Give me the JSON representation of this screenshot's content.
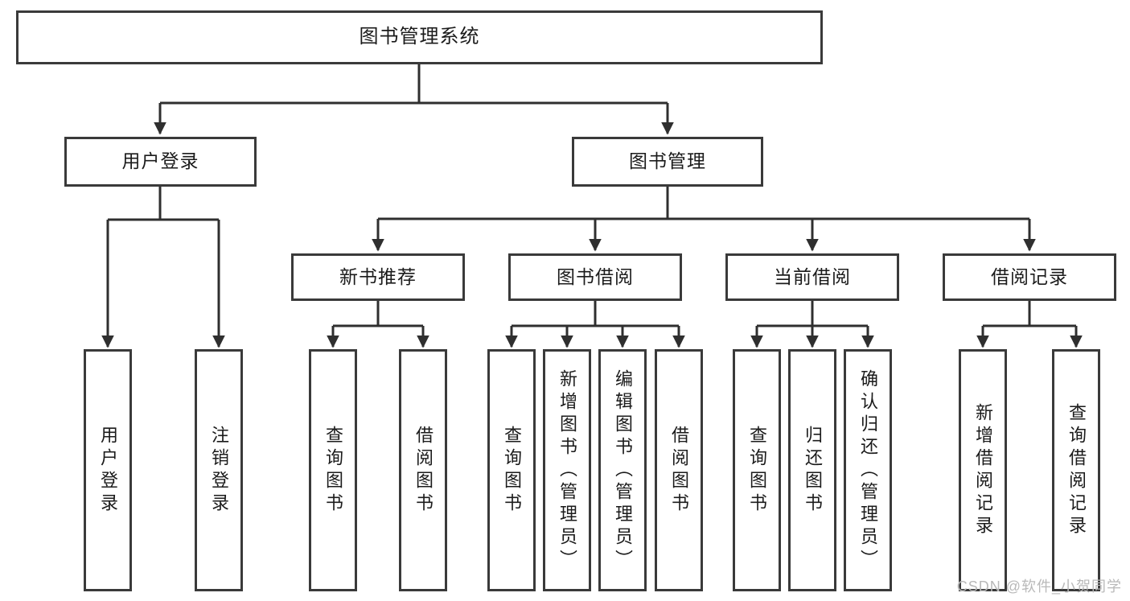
{
  "diagram": {
    "title": "图书管理系统",
    "type": "tree-hierarchy",
    "watermark": "CSDN @软件_小贺同学",
    "colors": {
      "box_border": "#3a3a3a",
      "box_fill": "#ffffff",
      "edge": "#2f2f2f",
      "text": "#1b1b1b",
      "watermark": "#b9b9b9"
    },
    "nodes": {
      "root": {
        "label": "图书管理系统"
      },
      "level2": [
        {
          "label": "用户登录"
        },
        {
          "label": "图书管理"
        }
      ],
      "level3": [
        {
          "label": "新书推荐"
        },
        {
          "label": "图书借阅"
        },
        {
          "label": "当前借阅"
        },
        {
          "label": "借阅记录"
        }
      ],
      "leaves": {
        "user_login": [
          {
            "label": "用户登录"
          },
          {
            "label": "注销登录"
          }
        ],
        "new_book_recommend": [
          {
            "label": "查询图书"
          },
          {
            "label": "借阅图书"
          }
        ],
        "book_borrow": [
          {
            "label": "查询图书"
          },
          {
            "label": "新增图书（管理员）"
          },
          {
            "label": "编辑图书（管理员）"
          },
          {
            "label": "借阅图书"
          }
        ],
        "current_borrow": [
          {
            "label": "查询图书"
          },
          {
            "label": "归还图书"
          },
          {
            "label": "确认归还（管理员）"
          }
        ],
        "borrow_record": [
          {
            "label": "新增借阅记录"
          },
          {
            "label": "查询借阅记录"
          }
        ]
      }
    }
  }
}
